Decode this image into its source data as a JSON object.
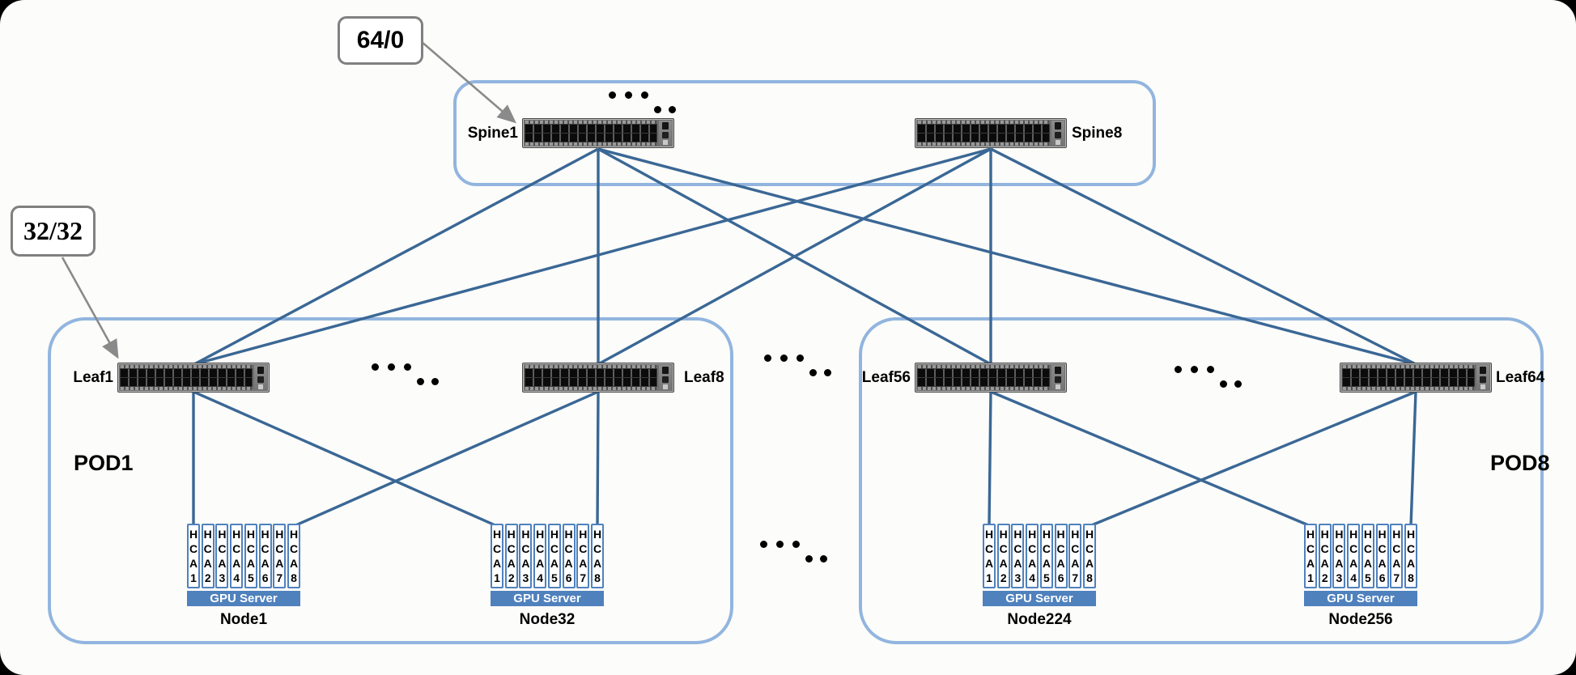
{
  "colors": {
    "pod_border": "#92B5DF",
    "line": "#3A6795",
    "accent_bar": "#4F81BD",
    "callout_border": "#808080",
    "arrow": "#8A8A8A",
    "surface": "#FCFCFA",
    "background": "#000000"
  },
  "callouts": [
    {
      "label": "64/0"
    },
    {
      "label": "32/32"
    }
  ],
  "spines": [
    {
      "label": "Spine1"
    },
    {
      "label": "Spine8"
    }
  ],
  "pods": [
    {
      "label": "POD1",
      "leaves": [
        {
          "label": "Leaf1"
        },
        {
          "label": "Leaf8"
        }
      ],
      "nodes": [
        {
          "label": "Node1",
          "server_label": "GPU Server",
          "hcas": [
            "HCA1",
            "HCA2",
            "HCA3",
            "HCA4",
            "HCA5",
            "HCA6",
            "HCA7",
            "HCA8"
          ]
        },
        {
          "label": "Node32",
          "server_label": "GPU Server",
          "hcas": [
            "HCA1",
            "HCA2",
            "HCA3",
            "HCA4",
            "HCA5",
            "HCA6",
            "HCA7",
            "HCA8"
          ]
        }
      ]
    },
    {
      "label": "POD8",
      "leaves": [
        {
          "label": "Leaf56"
        },
        {
          "label": "Leaf64"
        }
      ],
      "nodes": [
        {
          "label": "Node224",
          "server_label": "GPU Server",
          "hcas": [
            "HCA1",
            "HCA2",
            "HCA3",
            "HCA4",
            "HCA5",
            "HCA6",
            "HCA7",
            "HCA8"
          ]
        },
        {
          "label": "Node256",
          "server_label": "GPU Server",
          "hcas": [
            "HCA1",
            "HCA2",
            "HCA3",
            "HCA4",
            "HCA5",
            "HCA6",
            "HCA7",
            "HCA8"
          ]
        }
      ]
    }
  ]
}
